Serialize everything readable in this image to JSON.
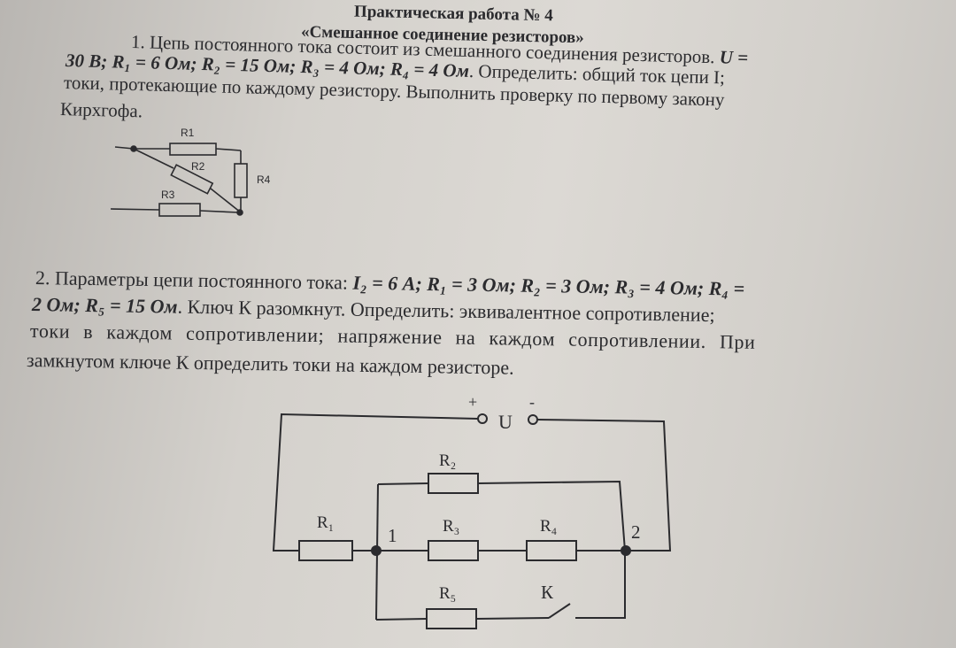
{
  "header": {
    "title": "Практическая работа № 4",
    "subtitle": "«Смешанное соединение резисторов»"
  },
  "task1": {
    "line1_prefix": "1. Цепь постоянного тока состоит из смешанного соединения резисторов. ",
    "line1_u": "U =",
    "line2_given": "30 В; R₁ = 6 Ом; R₂ = 15 Ом; R₃ = 4 Ом; R₄ = 4 Ом",
    "line2_rest": ". Определить: общий ток цепи I;",
    "line3": "токи, протекающие по каждому резистору. Выполнить проверку по первому закону",
    "line4": "Кирхгофа.",
    "diagram_labels": {
      "r1": "R1",
      "r2": "R2",
      "r3": "R3",
      "r4": "R4"
    }
  },
  "task2": {
    "line1_prefix": "2. Параметры цепи постоянного тока: ",
    "line1_given": "I₂ = 6 А; R₁ = 3 Ом; R₂ = 3 Ом; R₃ = 4 Ом; R₄ =",
    "line2_given": "2 Ом; R₅ = 15 Ом",
    "line2_rest": ". Ключ К разомкнут. Определить: эквивалентное сопротивление;",
    "line3": "токи в каждом сопротивлении; напряжение на каждом сопротивлении. При",
    "line4": "замкнутом ключе К определить токи на каждом резисторе.",
    "diagram_labels": {
      "plus": "+",
      "minus": "-",
      "u": "U",
      "r1": "R₁",
      "r2": "R₂",
      "r3": "R₃",
      "r4": "R₄",
      "r5": "R₅",
      "k": "К",
      "node1": "1",
      "node2": "2"
    }
  },
  "colors": {
    "ink": "#2b2b2e",
    "paper": "#d6d3ce"
  }
}
